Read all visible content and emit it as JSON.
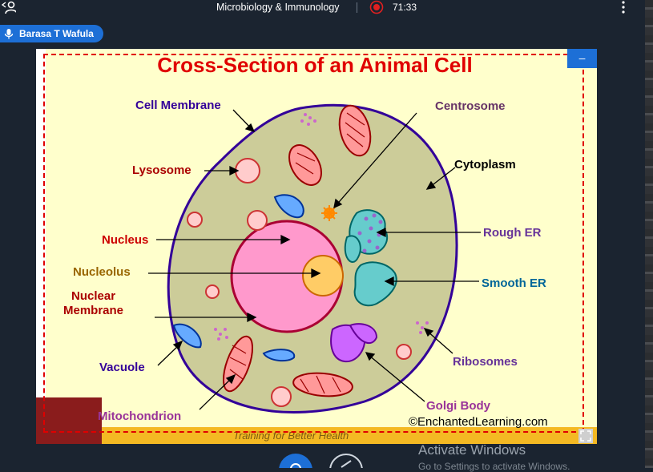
{
  "topbar": {
    "title": "Microbiology & Immunology",
    "timer": "71:33"
  },
  "speaker": {
    "name": "Barasa T Wafula"
  },
  "slide": {
    "title": "Cross-Section of an Animal Cell",
    "credit": "©EnchantedLearning.com",
    "footer": "Training for Better Health",
    "minimize_label": "–"
  },
  "labels": {
    "cell_membrane": "Cell Membrane",
    "centrosome": "Centrosome",
    "cytoplasm": "Cytoplasm",
    "lysosome": "Lysosome",
    "rough_er": "Rough ER",
    "nucleus": "Nucleus",
    "nucleolus": "Nucleolus",
    "smooth_er": "Smooth ER",
    "nuclear": "Nuclear",
    "membrane": "Membrane",
    "vacuole": "Vacuole",
    "ribosomes": "Ribosomes",
    "golgi_body": "Golgi Body",
    "mitochondrion": "Mitochondrion"
  },
  "colors": {
    "title": "#e00000",
    "purple_label": "#330099",
    "red_label": "#aa0000",
    "nucleolus_label": "#996600",
    "teal_label": "#006699",
    "violet_label": "#663399",
    "pink_label": "#993399",
    "cytoplasm": "#cccc99",
    "nucleus": "#ff99cc"
  },
  "watermark": {
    "line1": "Activate Windows",
    "line2": "Go to Settings to activate Windows."
  }
}
